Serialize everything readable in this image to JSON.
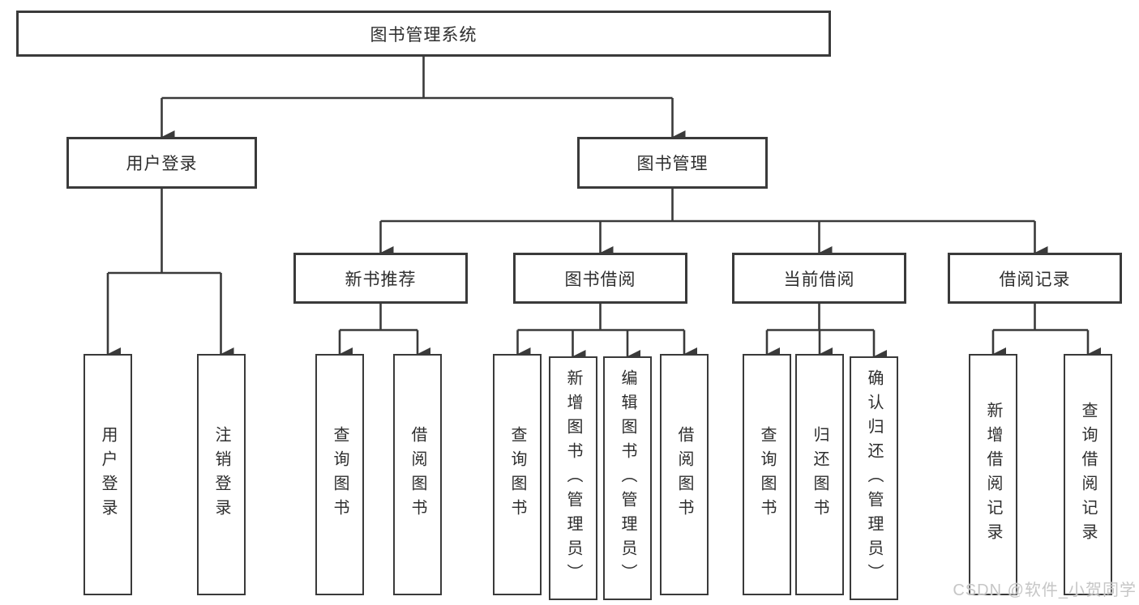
{
  "watermark": "CSDN @软件_小贺同学",
  "colors": {
    "line": "#3a3a3a",
    "box_border": "#3a3a3a",
    "text": "#2e2e2e",
    "watermark": "#c6c6c6",
    "background": "#ffffff"
  },
  "diagram": {
    "root": {
      "label": "图书管理系统"
    },
    "branches": [
      {
        "label": "用户登录",
        "children": [
          {
            "label": "用户登录"
          },
          {
            "label": "注销登录"
          }
        ]
      },
      {
        "label": "图书管理",
        "children": [
          {
            "label": "新书推荐",
            "children": [
              {
                "label": "查询图书"
              },
              {
                "label": "借阅图书"
              }
            ]
          },
          {
            "label": "图书借阅",
            "children": [
              {
                "label": "查询图书"
              },
              {
                "label": "新增图书（管理员）"
              },
              {
                "label": "编辑图书（管理员）"
              },
              {
                "label": "借阅图书"
              }
            ]
          },
          {
            "label": "当前借阅",
            "children": [
              {
                "label": "查询图书"
              },
              {
                "label": "归还图书"
              },
              {
                "label": "确认归还（管理员）"
              }
            ]
          },
          {
            "label": "借阅记录",
            "children": [
              {
                "label": "新增借阅记录"
              },
              {
                "label": "查询借阅记录"
              }
            ]
          }
        ]
      }
    ]
  }
}
